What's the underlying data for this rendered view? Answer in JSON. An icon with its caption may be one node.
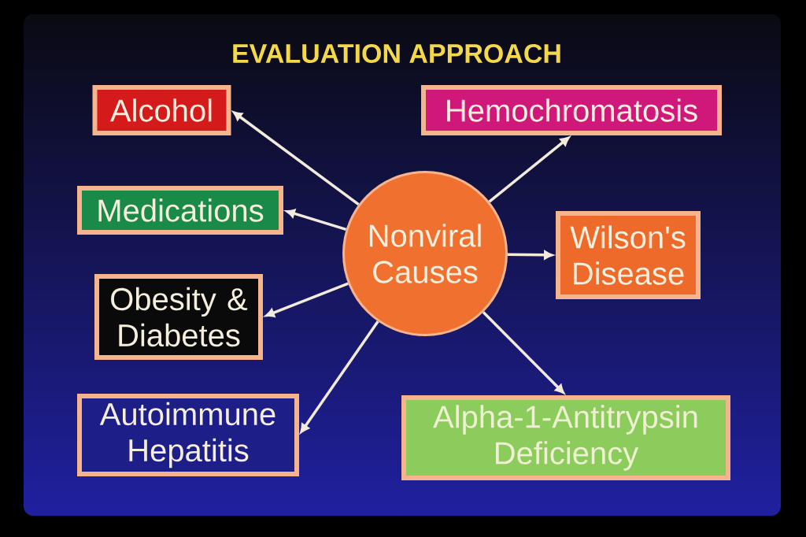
{
  "diagram": {
    "title": "EVALUATION APPROACH",
    "nodes": [
      {
        "text": [
          "Alcohol"
        ]
      },
      {
        "text": [
          "Hemochromatosis"
        ]
      },
      {
        "text": [
          "Medications"
        ]
      },
      {
        "text": [
          "Nonviral Causes"
        ]
      },
      {
        "text": [
          "Wilson's Disease"
        ]
      },
      {
        "text": [
          "Obesity & Diabetes"
        ]
      },
      {
        "text": [
          "Autoimmune Hepatitis"
        ]
      },
      {
        "text": [
          "Alpha-1-Antitrypsin Deficiency"
        ]
      }
    ],
    "edges": [
      {
        "from": 3,
        "to": 0,
        "arrow": "to"
      },
      {
        "from": 3,
        "to": 1,
        "arrow": "to"
      },
      {
        "from": 3,
        "to": 2,
        "arrow": "to"
      },
      {
        "from": 3,
        "to": 4,
        "arrow": "to"
      },
      {
        "from": 3,
        "to": 5,
        "arrow": "to"
      },
      {
        "from": 3,
        "to": 6,
        "arrow": "to"
      },
      {
        "from": 3,
        "to": 7,
        "arrow": "to"
      }
    ]
  }
}
